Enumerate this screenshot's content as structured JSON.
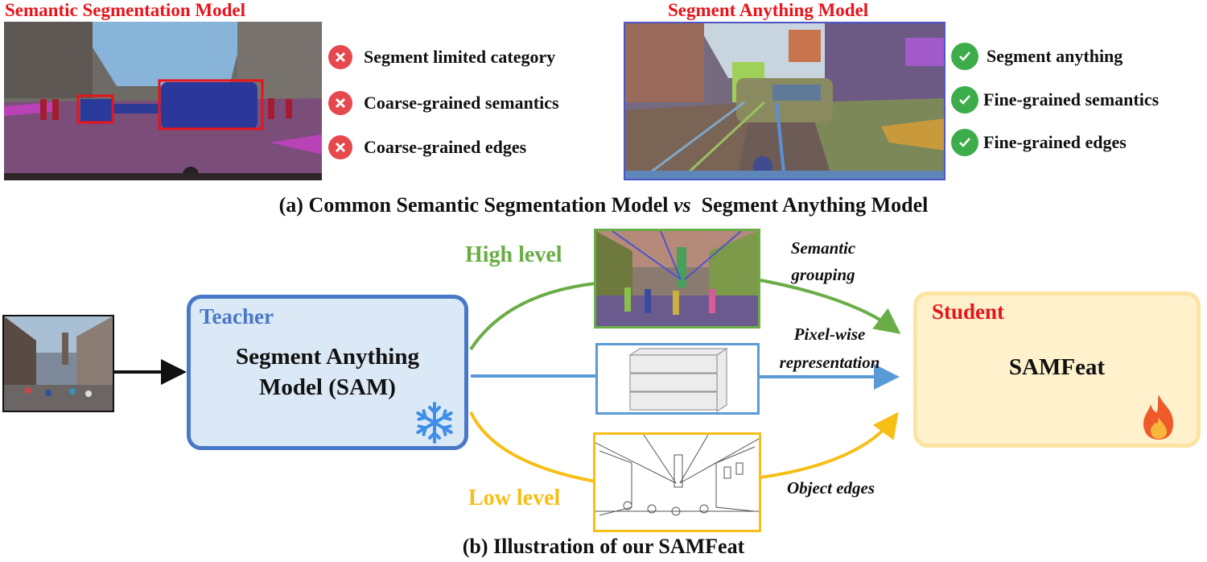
{
  "panel_a": {
    "left_title": "Semantic Segmentation Model",
    "right_title": "Segment Anything Model",
    "left_image": "cityscapes-semantic-segmentation-scene",
    "right_image": "cityscapes-sam-segmentation-scene",
    "left_features": [
      {
        "icon": "x-circle-icon",
        "label": "Segment limited category"
      },
      {
        "icon": "x-circle-icon",
        "label": "Coarse-grained semantics"
      },
      {
        "icon": "x-circle-icon",
        "label": "Coarse-grained edges"
      }
    ],
    "right_features": [
      {
        "icon": "check-circle-icon",
        "label": "Segment anything"
      },
      {
        "icon": "check-circle-icon",
        "label": "Fine-grained semantics"
      },
      {
        "icon": "check-circle-icon",
        "label": "Fine-grained edges"
      }
    ],
    "caption_prefix": "(a) Common Semantic Segmentation Model ",
    "caption_vs": "vs",
    "caption_suffix": "  Segment Anything Model"
  },
  "panel_b": {
    "input_image": "street-scene-photo",
    "teacher": {
      "role": "Teacher",
      "line1": "Segment Anything",
      "line2": "Model (SAM)",
      "icon": "snowflake-icon"
    },
    "student": {
      "role": "Student",
      "name": "SAMFeat",
      "icon": "fire-icon"
    },
    "branches": {
      "high": {
        "label": "High level",
        "annotation_line1": "Semantic",
        "annotation_line2": "grouping",
        "color": "#6aac46"
      },
      "mid": {
        "annotation_line1": "Pixel-wise",
        "annotation_line2": "representation",
        "color": "#5b9bd5"
      },
      "low": {
        "label": "Low level",
        "annotation": "Object edges",
        "color": "#f7be16"
      }
    },
    "caption": "(b) Illustration of our SAMFeat"
  },
  "colors": {
    "title_red": "#e8141b",
    "teacher_blue": "#4a78c8",
    "teacher_fill": "#dbe8f5",
    "student_fill": "#fff1cc",
    "student_border": "#fbe3a1"
  }
}
